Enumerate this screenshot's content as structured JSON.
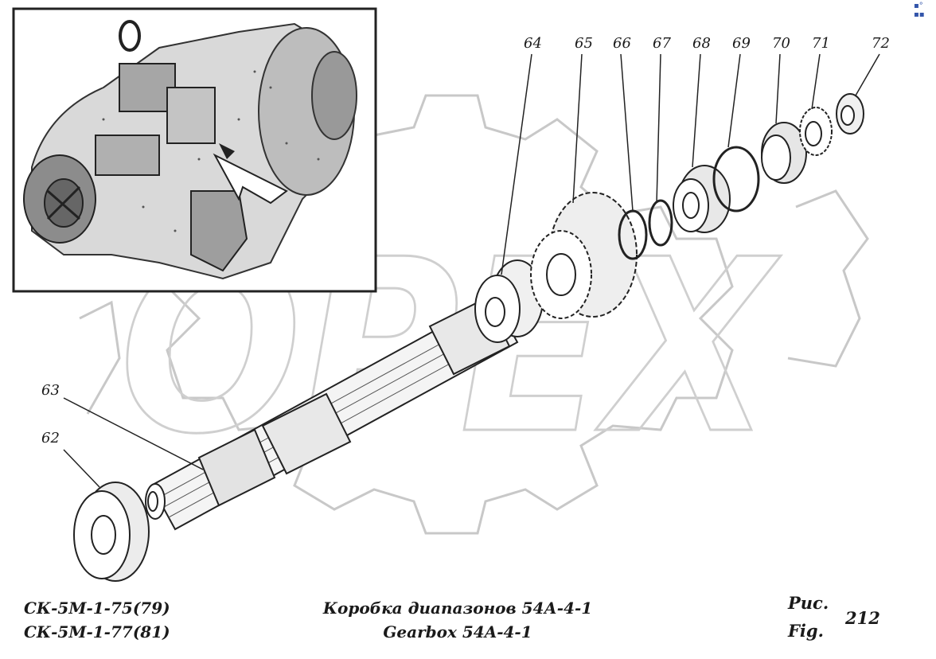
{
  "callouts": {
    "c62": "62",
    "c63": "63",
    "c64": "64",
    "c65": "65",
    "c66": "66",
    "c67": "67",
    "c68": "68",
    "c69": "69",
    "c70": "70",
    "c71": "71",
    "c72": "72"
  },
  "watermark": "OPEX",
  "corner_mark": "▪° ▪▪",
  "footer": {
    "model_line1": "СК-5М-1-75(79)",
    "model_line2": "СК-5М-1-77(81)",
    "title_ru": "Коробка диапазонов 54А-4-1",
    "title_en": "Gearbox 54A-4-1",
    "fig_ru": "Рис.",
    "fig_en": "Fig.",
    "fig_number": "212"
  }
}
